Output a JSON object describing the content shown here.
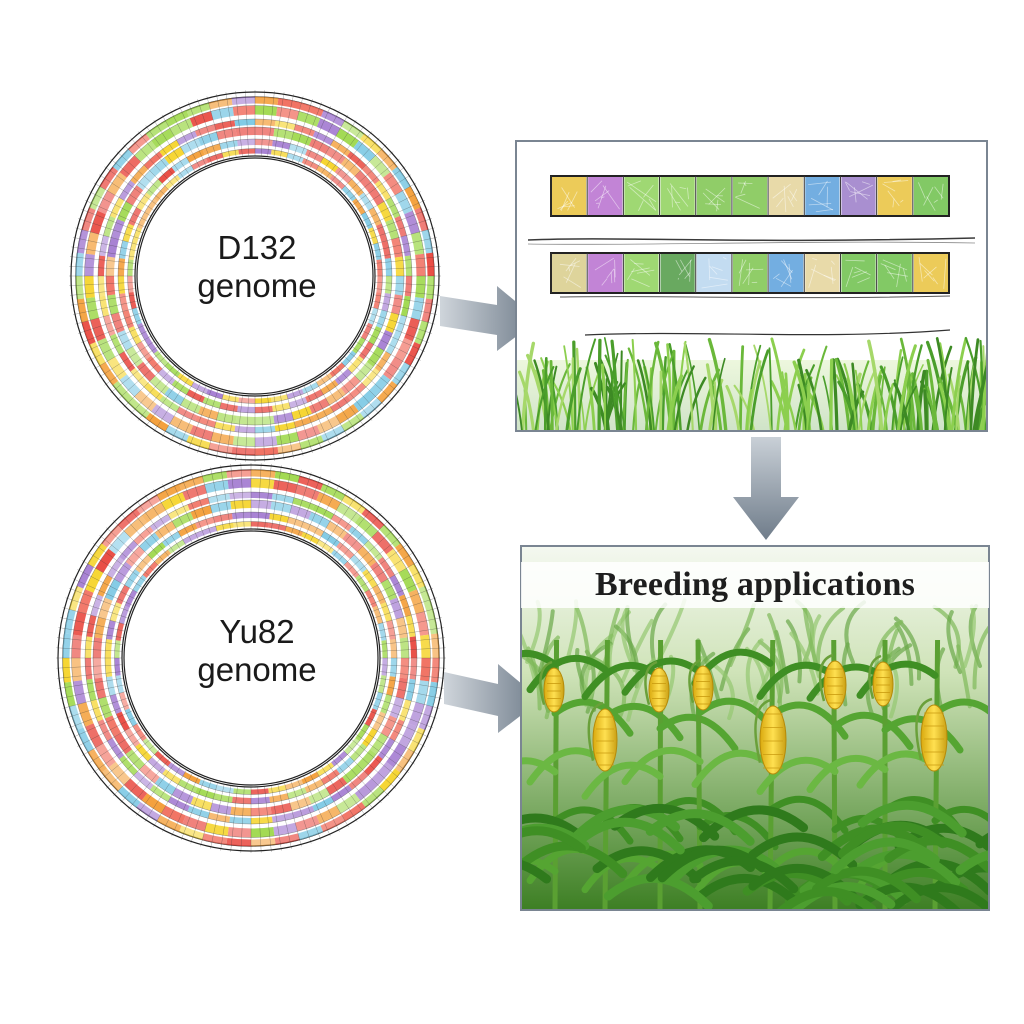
{
  "genomes": [
    {
      "label_line1": "D132",
      "label_line2": "genome"
    },
    {
      "label_line1": "Yu82",
      "label_line2": "genome"
    }
  ],
  "breeding_panel": {
    "title": "Breeding applications"
  },
  "colors": {
    "ring_palette": [
      "#e8453c",
      "#f39c34",
      "#f5d327",
      "#9ed84b",
      "#79c7e3",
      "#a37bd1",
      "#f06a5a"
    ],
    "arrow": "#7f8b98",
    "panel_border": "#7a8592",
    "leaf_green": "#4a9e2b",
    "cob_yellow": "#f2c51f",
    "block_palette": [
      "#e9c23c",
      "#d8cc8a",
      "#b76fcf",
      "#4f9a44",
      "#8ed15b",
      "#b9d6ee",
      "#7cc44e",
      "#e4d39a",
      "#5aa0dc",
      "#9a7bc8",
      "#6cc04a"
    ]
  },
  "icons": {
    "arrow_right": "arrow-right-icon",
    "arrow_down": "arrow-down-icon"
  }
}
